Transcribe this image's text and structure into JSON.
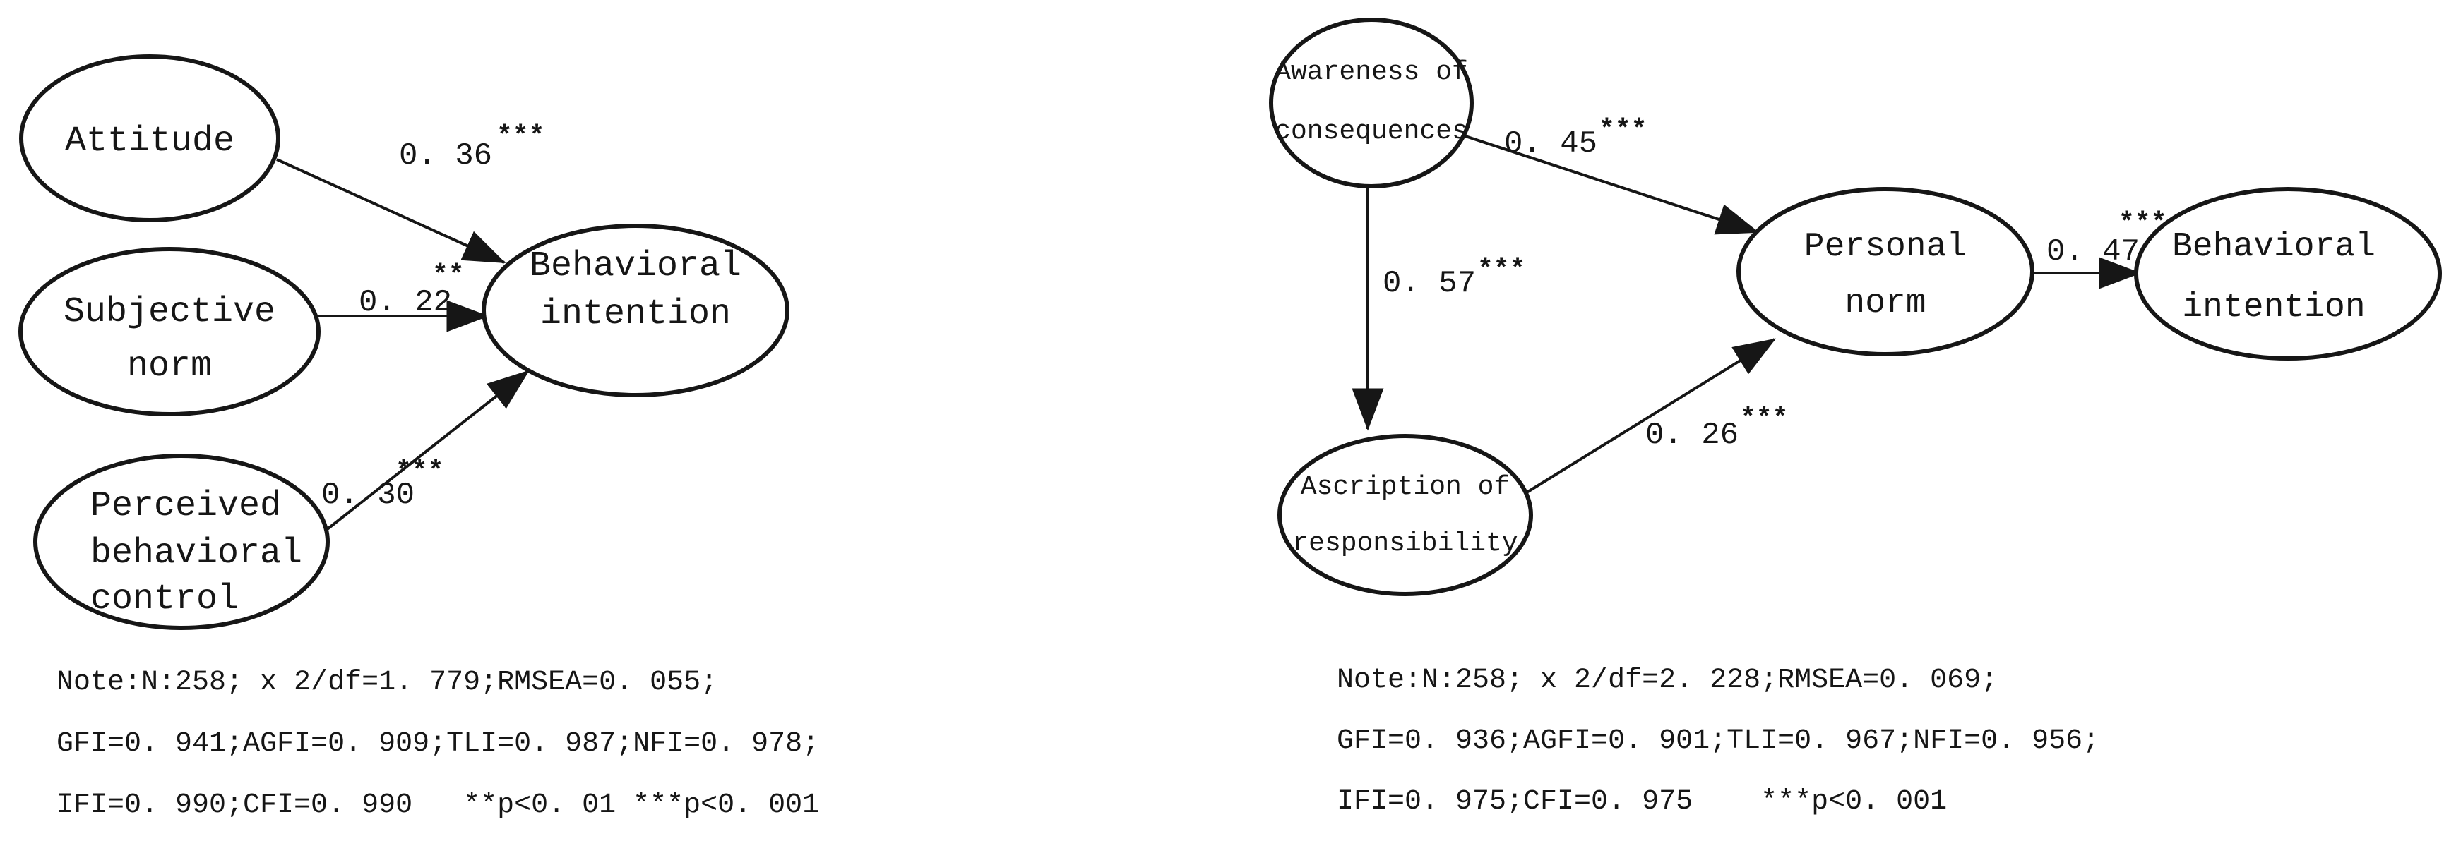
{
  "page": {
    "background_color": "#ffffff",
    "ink_color": "#161616"
  },
  "left_model": {
    "nodes": {
      "attitude": {
        "label": "Attitude"
      },
      "subjective_norm": {
        "line1": "Subjective",
        "line2": "norm"
      },
      "perceived_behavioral_control": {
        "line1": "Perceived",
        "line2": "behavioral",
        "line3": "control"
      },
      "behavioral_intention": {
        "line1": "Behavioral",
        "line2": "intention"
      }
    },
    "paths": {
      "attitude_to_intention": {
        "coefficient": "0. 36",
        "significance": "***"
      },
      "subjective_norm_to_intention": {
        "coefficient": "0. 22",
        "significance": "**"
      },
      "perceived_control_to_intention": {
        "coefficient": "0. 30",
        "significance": "***"
      }
    },
    "note": {
      "line1": "Note:N:258; x 2/df=1. 779;RMSEA=0. 055;",
      "line2": "GFI=0. 941;AGFI=0. 909;TLI=0. 987;NFI=0. 978;",
      "line3": "IFI=0. 990;CFI=0. 990   **p<0. 01 ***p<0. 001"
    }
  },
  "right_model": {
    "nodes": {
      "awareness_of_consequences": {
        "line1": "Awareness of",
        "line2": "consequences"
      },
      "ascription_of_responsibility": {
        "line1": "Ascription of",
        "line2": "responsibility"
      },
      "personal_norm": {
        "line1": "Personal",
        "line2": "norm"
      },
      "behavioral_intention": {
        "line1": "Behavioral",
        "line2": "intention"
      }
    },
    "paths": {
      "awareness_to_personal_norm": {
        "coefficient": "0. 45",
        "significance": "***"
      },
      "awareness_to_ascription": {
        "coefficient": "0. 57",
        "significance": "***"
      },
      "ascription_to_personal_norm": {
        "coefficient": "0. 26",
        "significance": "***"
      },
      "personal_norm_to_intention": {
        "coefficient": "0. 47",
        "significance": "***"
      }
    },
    "note": {
      "line1": "Note:N:258; x 2/df=2. 228;RMSEA=0. 069;",
      "line2": "GFI=0. 936;AGFI=0. 901;TLI=0. 967;NFI=0. 956;",
      "line3": "IFI=0. 975;CFI=0. 975    ***p<0. 001"
    }
  }
}
